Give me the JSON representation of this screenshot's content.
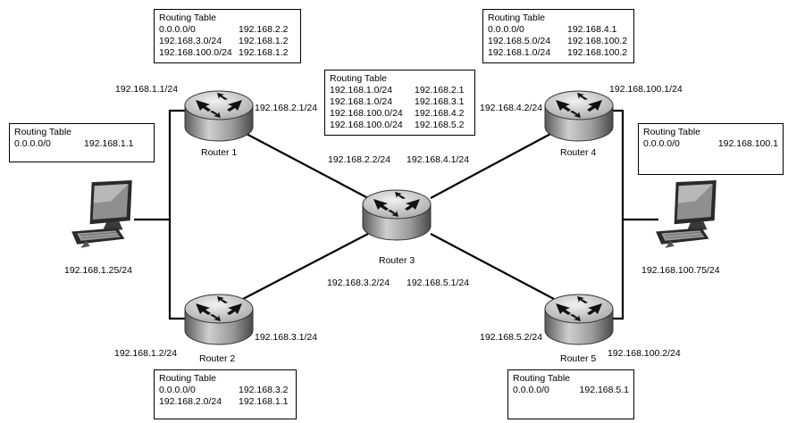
{
  "routers": {
    "r1": {
      "name": "Router 1",
      "ip_left": "192.168.1.1/24",
      "ip_right": "192.168.2.1/24"
    },
    "r2": {
      "name": "Router 2",
      "ip_left": "192.168.1.2/24",
      "ip_right": "192.168.3.1/24"
    },
    "r3": {
      "name": "Router 3",
      "ip_tl": "192.168.2.2/24",
      "ip_tr": "192.168.4.1/24",
      "ip_bl": "192.168.3.2/24",
      "ip_br": "192.168.5.1/24"
    },
    "r4": {
      "name": "Router 4",
      "ip_left": "192.168.4.2/24",
      "ip_right": "192.168.100.1/24"
    },
    "r5": {
      "name": "Router 5",
      "ip_left": "192.168.5.2/24",
      "ip_right": "192.168.100.2/24"
    }
  },
  "hosts": {
    "left": {
      "ip": "192.168.1.25/24"
    },
    "right": {
      "ip": "192.168.100.75/24"
    }
  },
  "tables": {
    "r1": {
      "title": "Routing Table",
      "rows": [
        {
          "dest": "0.0.0.0/0",
          "hop": "192.168.2.2"
        },
        {
          "dest": "192.168.3.0/24",
          "hop": "192.168.1.2"
        },
        {
          "dest": "192.168.100.0/24",
          "hop": "192.168.1.2"
        }
      ]
    },
    "r3": {
      "title": "Routing Table",
      "rows": [
        {
          "dest": "192.168.1.0/24",
          "hop": "192.168.2.1"
        },
        {
          "dest": "192.168.1.0/24",
          "hop": "192.168.3.1"
        },
        {
          "dest": "192.168.100.0/24",
          "hop": "192.168.4.2"
        },
        {
          "dest": "192.168.100.0/24",
          "hop": "192.168.5.2"
        }
      ]
    },
    "r4": {
      "title": "Routing Table",
      "rows": [
        {
          "dest": "0.0.0.0/0",
          "hop": "192.168.4.1"
        },
        {
          "dest": "192.168.5.0/24",
          "hop": "192.168.100.2"
        },
        {
          "dest": "192.168.1.0/24",
          "hop": "192.168.100.2"
        }
      ]
    },
    "host_left": {
      "title": "Routing Table",
      "rows": [
        {
          "dest": "0.0.0.0/0",
          "hop": "192.168.1.1"
        }
      ]
    },
    "host_right": {
      "title": "Routing Table",
      "rows": [
        {
          "dest": "0.0.0.0/0",
          "hop": "192.168.100.1"
        }
      ]
    },
    "r2": {
      "title": "Routing Table",
      "rows": [
        {
          "dest": "0.0.0.0/0",
          "hop": "192.168.3.2"
        },
        {
          "dest": "192.168.2.0/24",
          "hop": "192.168.1.1"
        }
      ]
    },
    "r5": {
      "title": "Routing Table",
      "rows": [
        {
          "dest": "0.0.0.0/0",
          "hop": "192.168.5.1"
        }
      ]
    }
  }
}
